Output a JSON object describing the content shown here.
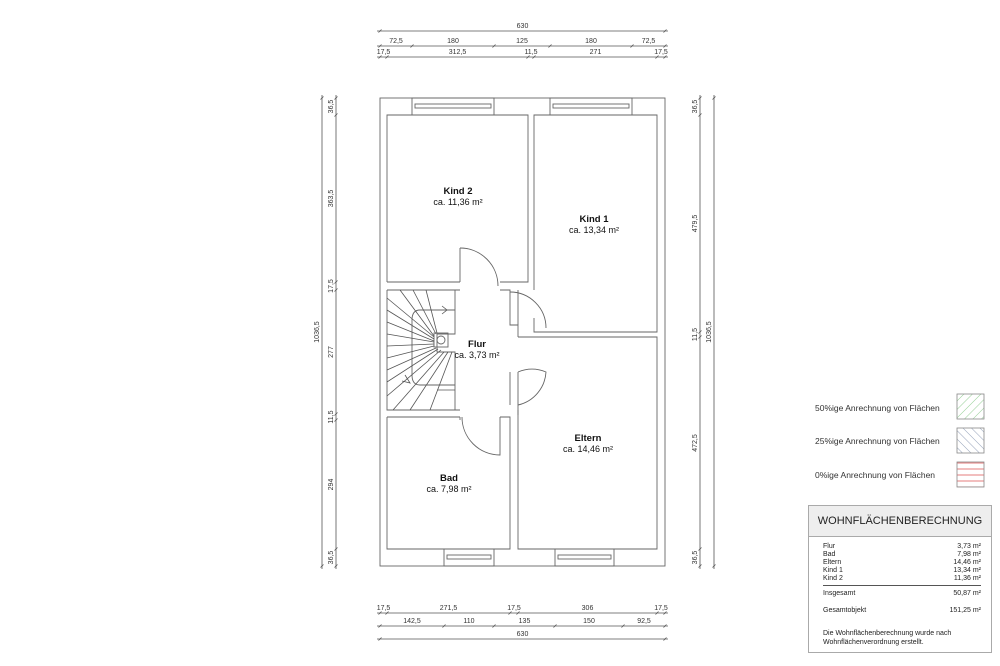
{
  "dimensions": {
    "top": {
      "total": "630",
      "openings": [
        "72,5",
        "180",
        "125",
        "180",
        "72,5"
      ],
      "walls": [
        "17,5",
        "312,5",
        "11,5",
        "271",
        "17,5"
      ]
    },
    "bottom": {
      "walls": [
        "17,5",
        "271,5",
        "17,5",
        "306",
        "17,5"
      ],
      "openings": [
        "142,5",
        "110",
        "135",
        "150",
        "92,5"
      ],
      "total": "630"
    },
    "left": {
      "total": "1036,5",
      "segments": [
        "36,5",
        "363,5",
        "17,5",
        "277",
        "11,5",
        "294",
        "36,5"
      ]
    },
    "right": {
      "total": "1036,5",
      "segments": [
        "36,5",
        "479,5",
        "11,5",
        "472,5",
        "36,5"
      ]
    }
  },
  "rooms": [
    {
      "name": "Kind 2",
      "area": "ca. 11,36 m²"
    },
    {
      "name": "Kind 1",
      "area": "ca. 13,34 m²"
    },
    {
      "name": "Flur",
      "area": "ca. 3,73 m²"
    },
    {
      "name": "Eltern",
      "area": "ca. 14,46 m²"
    },
    {
      "name": "Bad",
      "area": "ca. 7,98 m²"
    }
  ],
  "legend": [
    {
      "label": "50%ige Anrechnung von Flächen",
      "color": "#7cc47c"
    },
    {
      "label": "25%ige Anrechnung von Flächen",
      "color": "#7a8aa8"
    },
    {
      "label": "0%ige Anrechnung von Flächen",
      "color": "#e05a5a"
    }
  ],
  "table": {
    "title": "WOHNFLÄCHENBERECHNUNG",
    "rows": [
      {
        "name": "Flur",
        "value": "3,73 m²"
      },
      {
        "name": "Bad",
        "value": "7,98 m²"
      },
      {
        "name": "Eltern",
        "value": "14,46 m²"
      },
      {
        "name": "Kind 1",
        "value": "13,34 m²"
      },
      {
        "name": "Kind 2",
        "value": "11,36 m²"
      }
    ],
    "total_label": "Insgesamt",
    "total_value": "50,87 m²",
    "object_label": "Gesamtobjekt",
    "object_value": "151,25 m²",
    "note": "Die Wohnflächenberechnung wurde nach Wohnflächenverordnung erstellt."
  }
}
